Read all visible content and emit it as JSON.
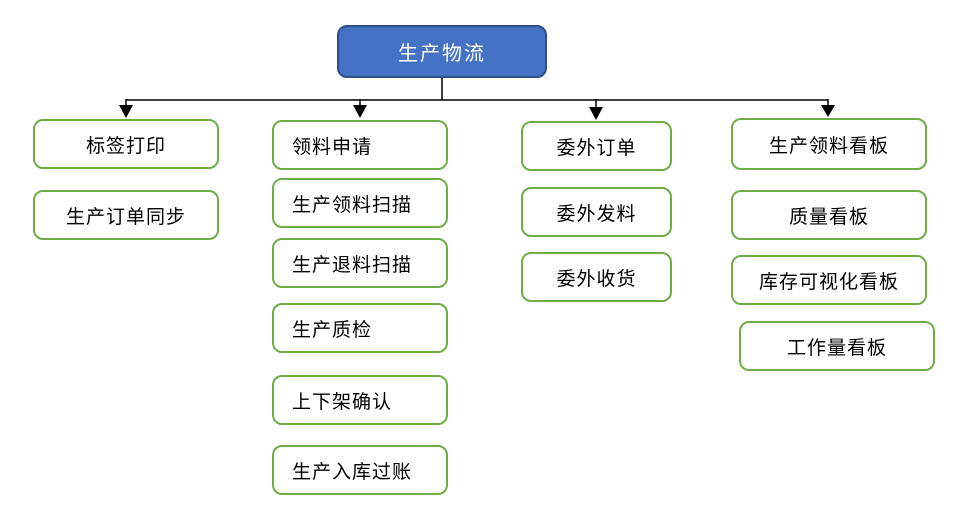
{
  "theme": {
    "blue_fill": "#4472C4",
    "blue_border": "#2F4E8C",
    "green_border": "#70AD47",
    "line_color": "#000000",
    "text_color": "#000000",
    "root_text_color": "#FFFFFF"
  },
  "diagram": {
    "root": {
      "label": "生产物流"
    },
    "columns": [
      {
        "items": [
          {
            "label": "标签打印"
          },
          {
            "label": "生产订单同步"
          }
        ]
      },
      {
        "items": [
          {
            "label": "领料申请"
          },
          {
            "label": "生产领料扫描"
          },
          {
            "label": "生产退料扫描"
          },
          {
            "label": "生产质检"
          },
          {
            "label": "上下架确认"
          },
          {
            "label": "生产入库过账"
          }
        ]
      },
      {
        "items": [
          {
            "label": "委外订单"
          },
          {
            "label": "委外发料"
          },
          {
            "label": "委外收货"
          }
        ]
      },
      {
        "items": [
          {
            "label": "生产领料看板"
          },
          {
            "label": "质量看板"
          },
          {
            "label": "库存可视化看板"
          },
          {
            "label": "工作量看板"
          }
        ]
      }
    ]
  }
}
